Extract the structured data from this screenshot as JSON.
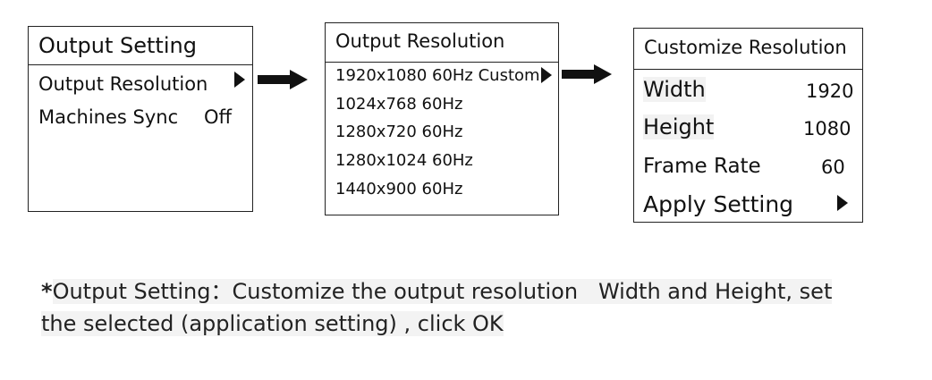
{
  "panel1": {
    "title": "Output Setting",
    "items": [
      {
        "label": "Output Resolution",
        "value": ""
      },
      {
        "label": "Machines Sync",
        "value": "Off"
      }
    ]
  },
  "panel2": {
    "title": "Output Resolution",
    "items": [
      "1920x1080 60Hz Custom",
      "1024x768   60Hz",
      "1280x720   60Hz",
      "1280x1024 60Hz",
      "1440x900   60Hz"
    ]
  },
  "panel3": {
    "title": "Customize Resolution",
    "items": [
      {
        "label": "Width",
        "value": "1920"
      },
      {
        "label": "Height",
        "value": "1080"
      },
      {
        "label": "Frame Rate",
        "value": "60"
      },
      {
        "label": "Apply Setting",
        "value": ""
      }
    ]
  },
  "caption": {
    "star": "*",
    "lead": "Output Setting：",
    "line1_rest": "Customize the output resolution   Width and Height, set",
    "line2": "the selected (application setting) , click OK"
  },
  "icons": [
    "submenu-triangle-icon",
    "right-arrow-icon"
  ]
}
